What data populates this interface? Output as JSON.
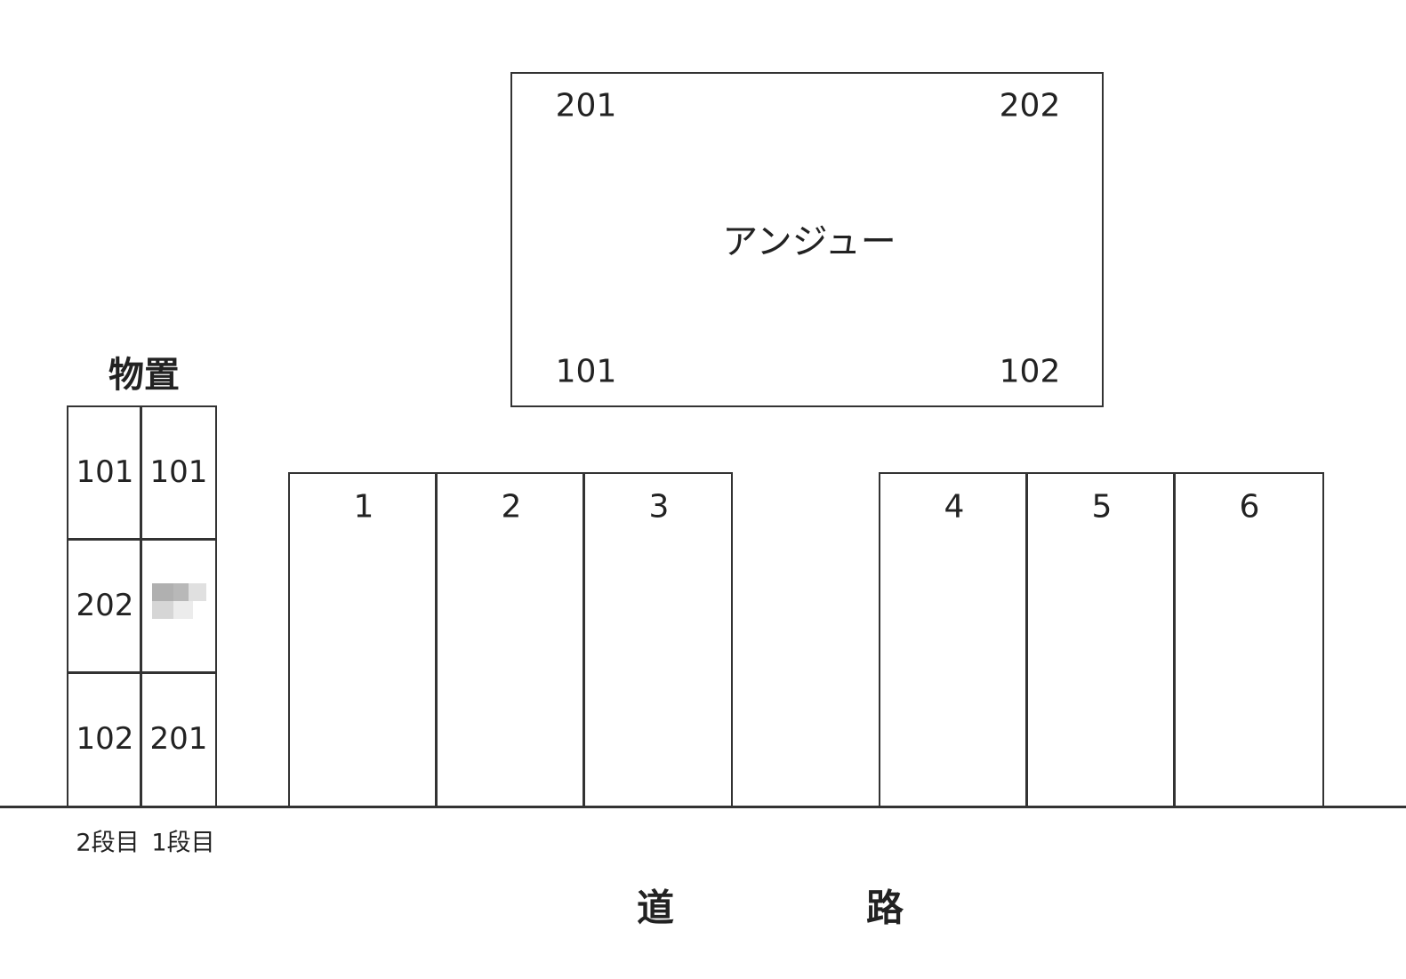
{
  "building": {
    "name": "アンジュー",
    "units": [
      "201",
      "202",
      "101",
      "102"
    ]
  },
  "storage": {
    "title": "物置",
    "cells": [
      [
        "101",
        "101"
      ],
      [
        "202",
        ""
      ],
      [
        "102",
        "201"
      ]
    ],
    "tier_labels": [
      "2段目",
      "1段目"
    ]
  },
  "parking": {
    "spaces": [
      "1",
      "2",
      "3",
      "4",
      "5",
      "6"
    ]
  },
  "road": {
    "label_left": "道",
    "label_right": "路"
  }
}
